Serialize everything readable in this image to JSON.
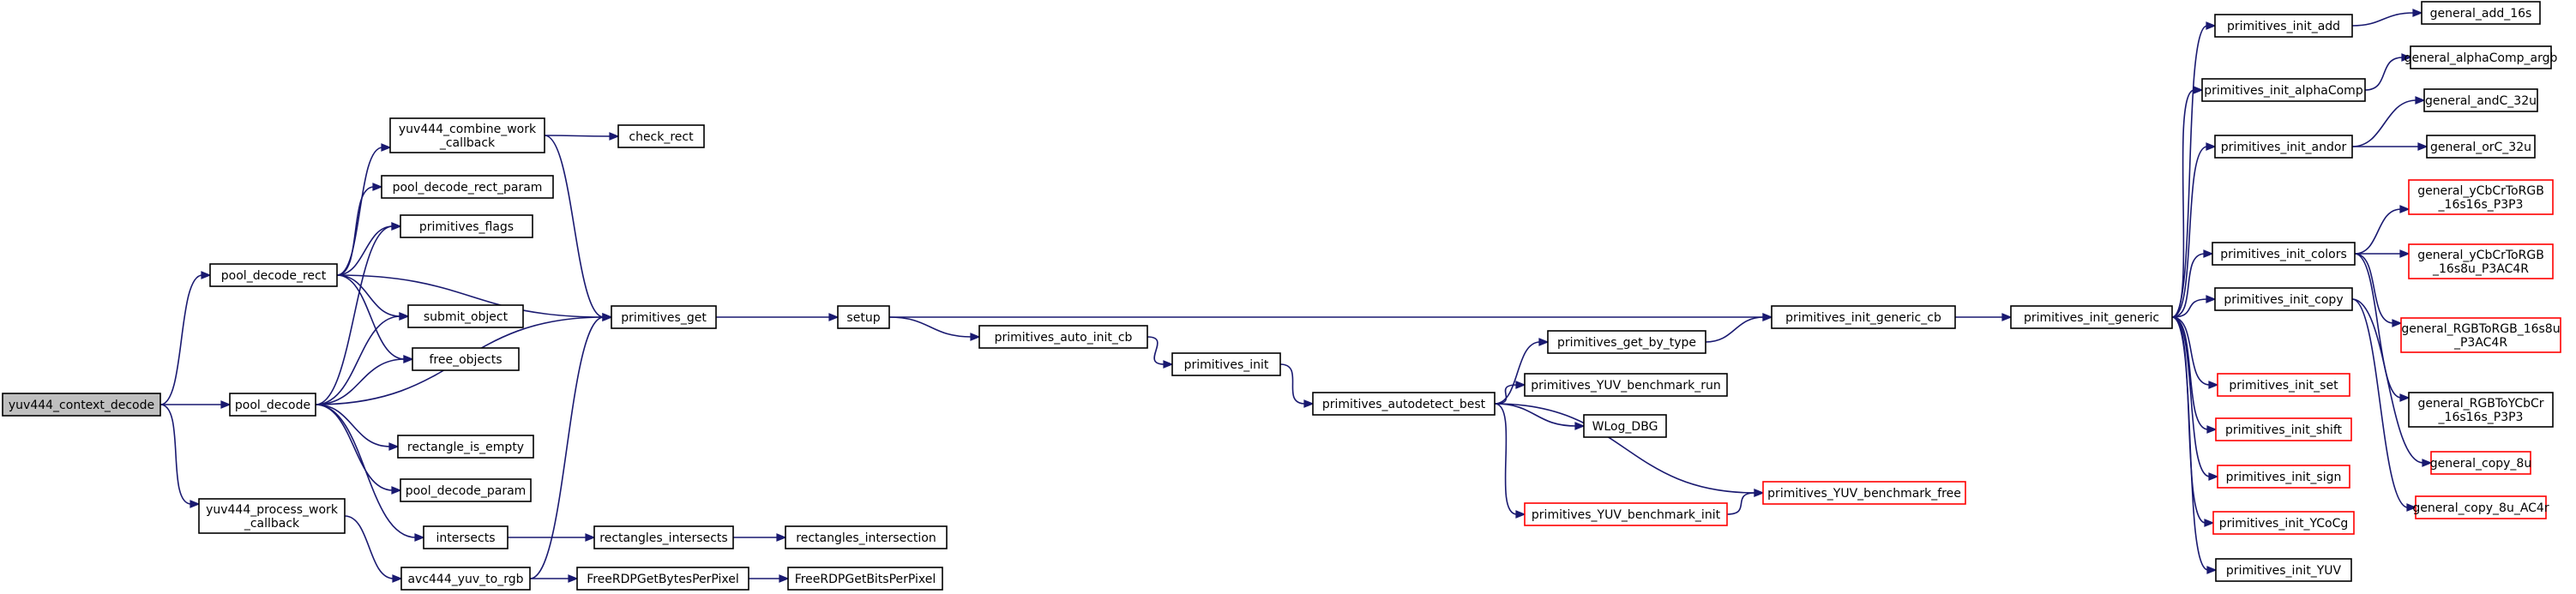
{
  "colors": {
    "edge": "#191970",
    "root_fill": "#bfbfbf",
    "node_border": "#000000",
    "truncated_border": "#ff0000"
  },
  "nodes": {
    "n0": {
      "lines": [
        "yuv444_context_decode"
      ],
      "root": true
    },
    "n1": {
      "lines": [
        "pool_decode_rect"
      ]
    },
    "n2": {
      "lines": [
        "pool_decode"
      ]
    },
    "n3": {
      "lines": [
        "yuv444_process_work",
        "_callback"
      ]
    },
    "n4": {
      "lines": [
        "yuv444_combine_work",
        "_callback"
      ]
    },
    "n5": {
      "lines": [
        "pool_decode_rect_param"
      ]
    },
    "n6": {
      "lines": [
        "primitives_flags"
      ]
    },
    "n7": {
      "lines": [
        "submit_object"
      ]
    },
    "n8": {
      "lines": [
        "free_objects"
      ]
    },
    "n9": {
      "lines": [
        "rectangle_is_empty"
      ]
    },
    "n10": {
      "lines": [
        "pool_decode_param"
      ]
    },
    "n11": {
      "lines": [
        "intersects"
      ]
    },
    "n12": {
      "lines": [
        "avc444_yuv_to_rgb"
      ]
    },
    "n13": {
      "lines": [
        "check_rect"
      ]
    },
    "n14": {
      "lines": [
        "primitives_get"
      ]
    },
    "n15": {
      "lines": [
        "rectangles_intersects"
      ]
    },
    "n16": {
      "lines": [
        "rectangles_intersection"
      ]
    },
    "n17": {
      "lines": [
        "FreeRDPGetBytesPerPixel"
      ]
    },
    "n18": {
      "lines": [
        "FreeRDPGetBitsPerPixel"
      ]
    },
    "n19": {
      "lines": [
        "setup"
      ]
    },
    "n20": {
      "lines": [
        "primitives_auto_init_cb"
      ]
    },
    "n21": {
      "lines": [
        "primitives_init"
      ]
    },
    "n22": {
      "lines": [
        "primitives_autodetect_best"
      ]
    },
    "n23": {
      "lines": [
        "primitives_get_by_type"
      ]
    },
    "n24": {
      "lines": [
        "primitives_YUV_benchmark_run"
      ]
    },
    "n25": {
      "lines": [
        "WLog_DBG"
      ]
    },
    "n26": {
      "lines": [
        "primitives_YUV_benchmark_init"
      ],
      "truncated": true
    },
    "n27": {
      "lines": [
        "primitives_YUV_benchmark_free"
      ],
      "truncated": true
    },
    "n28": {
      "lines": [
        "primitives_init_generic_cb"
      ]
    },
    "n29": {
      "lines": [
        "primitives_init_generic"
      ]
    },
    "n30": {
      "lines": [
        "primitives_init_add"
      ]
    },
    "n31": {
      "lines": [
        "primitives_init_alphaComp"
      ]
    },
    "n32": {
      "lines": [
        "primitives_init_andor"
      ]
    },
    "n33": {
      "lines": [
        "primitives_init_colors"
      ]
    },
    "n34": {
      "lines": [
        "primitives_init_copy"
      ]
    },
    "n35": {
      "lines": [
        "primitives_init_set"
      ],
      "truncated": true
    },
    "n36": {
      "lines": [
        "primitives_init_shift"
      ],
      "truncated": true
    },
    "n37": {
      "lines": [
        "primitives_init_sign"
      ],
      "truncated": true
    },
    "n38": {
      "lines": [
        "primitives_init_YCoCg"
      ],
      "truncated": true
    },
    "n39": {
      "lines": [
        "primitives_init_YUV"
      ]
    },
    "n40": {
      "lines": [
        "general_add_16s"
      ]
    },
    "n41": {
      "lines": [
        "general_alphaComp_argb"
      ]
    },
    "n42": {
      "lines": [
        "general_andC_32u"
      ]
    },
    "n43": {
      "lines": [
        "general_orC_32u"
      ]
    },
    "n44": {
      "lines": [
        "general_yCbCrToRGB",
        "_16s16s_P3P3"
      ],
      "truncated": true
    },
    "n45": {
      "lines": [
        "general_yCbCrToRGB",
        "_16s8u_P3AC4R"
      ],
      "truncated": true
    },
    "n46": {
      "lines": [
        "general_RGBToRGB_16s8u",
        "_P3AC4R"
      ],
      "truncated": true
    },
    "n47": {
      "lines": [
        "general_RGBToYCbCr",
        "_16s16s_P3P3"
      ]
    },
    "n48": {
      "lines": [
        "general_copy_8u"
      ],
      "truncated": true
    },
    "n49": {
      "lines": [
        "general_copy_8u_AC4r"
      ],
      "truncated": true
    }
  },
  "edges": [
    [
      "n0",
      "n1"
    ],
    [
      "n0",
      "n2"
    ],
    [
      "n0",
      "n3"
    ],
    [
      "n1",
      "n4"
    ],
    [
      "n1",
      "n5"
    ],
    [
      "n1",
      "n14"
    ],
    [
      "n1",
      "n6"
    ],
    [
      "n1",
      "n7"
    ],
    [
      "n1",
      "n8"
    ],
    [
      "n2",
      "n6"
    ],
    [
      "n2",
      "n7"
    ],
    [
      "n2",
      "n8"
    ],
    [
      "n2",
      "n14"
    ],
    [
      "n2",
      "n9"
    ],
    [
      "n2",
      "n10"
    ],
    [
      "n2",
      "n11"
    ],
    [
      "n3",
      "n12"
    ],
    [
      "n4",
      "n13"
    ],
    [
      "n4",
      "n14"
    ],
    [
      "n11",
      "n15"
    ],
    [
      "n15",
      "n16"
    ],
    [
      "n12",
      "n14"
    ],
    [
      "n12",
      "n17"
    ],
    [
      "n17",
      "n18"
    ],
    [
      "n14",
      "n19"
    ],
    [
      "n19",
      "n20"
    ],
    [
      "n19",
      "n28"
    ],
    [
      "n20",
      "n21"
    ],
    [
      "n21",
      "n22"
    ],
    [
      "n22",
      "n23"
    ],
    [
      "n22",
      "n24"
    ],
    [
      "n22",
      "n25"
    ],
    [
      "n22",
      "n26"
    ],
    [
      "n22",
      "n27"
    ],
    [
      "n26",
      "n27"
    ],
    [
      "n23",
      "n28"
    ],
    [
      "n28",
      "n29"
    ],
    [
      "n29",
      "n30"
    ],
    [
      "n29",
      "n31"
    ],
    [
      "n29",
      "n32"
    ],
    [
      "n29",
      "n33"
    ],
    [
      "n29",
      "n34"
    ],
    [
      "n29",
      "n35"
    ],
    [
      "n29",
      "n36"
    ],
    [
      "n29",
      "n37"
    ],
    [
      "n29",
      "n38"
    ],
    [
      "n29",
      "n39"
    ],
    [
      "n30",
      "n40"
    ],
    [
      "n31",
      "n41"
    ],
    [
      "n32",
      "n42"
    ],
    [
      "n32",
      "n43"
    ],
    [
      "n33",
      "n44"
    ],
    [
      "n33",
      "n45"
    ],
    [
      "n33",
      "n46"
    ],
    [
      "n33",
      "n47"
    ],
    [
      "n34",
      "n48"
    ],
    [
      "n34",
      "n49"
    ]
  ]
}
